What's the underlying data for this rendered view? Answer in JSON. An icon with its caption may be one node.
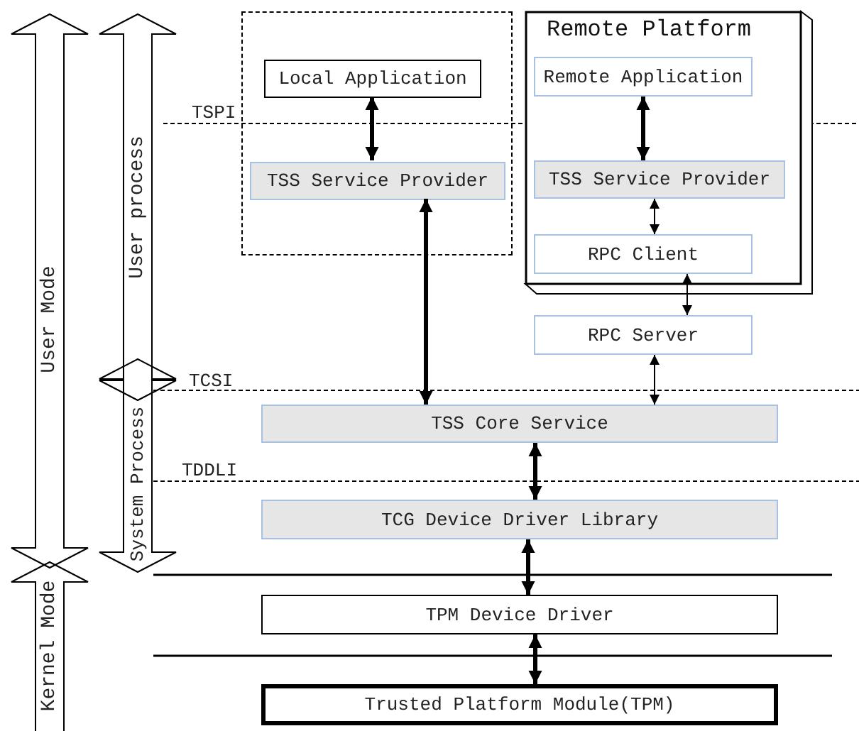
{
  "diagram": {
    "nodes": [
      {
        "text": [],
        "shape": "box"
      },
      {
        "text": [
          "Local Application"
        ],
        "in": 0
      },
      {
        "text": [
          "TSS Service Provider"
        ],
        "in": 0
      },
      {
        "text": [
          "Remote Platform"
        ]
      },
      {
        "text": [
          "Remote Application"
        ],
        "in": 3
      },
      {
        "text": [
          "TSS Service Provider"
        ],
        "in": 3
      },
      {
        "text": [
          "RPC Client"
        ],
        "in": 3
      },
      {
        "text": [
          "RPC Server"
        ]
      },
      {
        "text": [
          "TSS Core Service"
        ]
      },
      {
        "text": [
          "TCG Device Driver Library"
        ]
      },
      {
        "text": [
          "TPM Device Driver"
        ]
      },
      {
        "text": [
          "Trusted Platform Module(TPM)"
        ]
      },
      {
        "text": [
          "User Mode"
        ]
      },
      {
        "text": [
          "User process"
        ]
      },
      {
        "text": [
          "System Process"
        ]
      },
      {
        "text": [
          "Kernel Mode"
        ]
      }
    ],
    "edges": [
      {
        "from": 1,
        "to": 2,
        "arrow": "both"
      },
      {
        "from": 4,
        "to": 5,
        "arrow": "both"
      },
      {
        "from": 5,
        "to": 6,
        "arrow": "both"
      },
      {
        "from": 6,
        "to": 7,
        "arrow": "both"
      },
      {
        "from": 2,
        "to": 8,
        "arrow": "both"
      },
      {
        "from": 7,
        "to": 8,
        "arrow": "both"
      },
      {
        "from": 8,
        "to": 9,
        "arrow": "both"
      },
      {
        "from": 9,
        "to": 10,
        "arrow": "both"
      },
      {
        "from": 10,
        "to": 11,
        "arrow": "both"
      }
    ],
    "labels": [
      "TSPI",
      "TCSI",
      "TDDLI"
    ]
  }
}
